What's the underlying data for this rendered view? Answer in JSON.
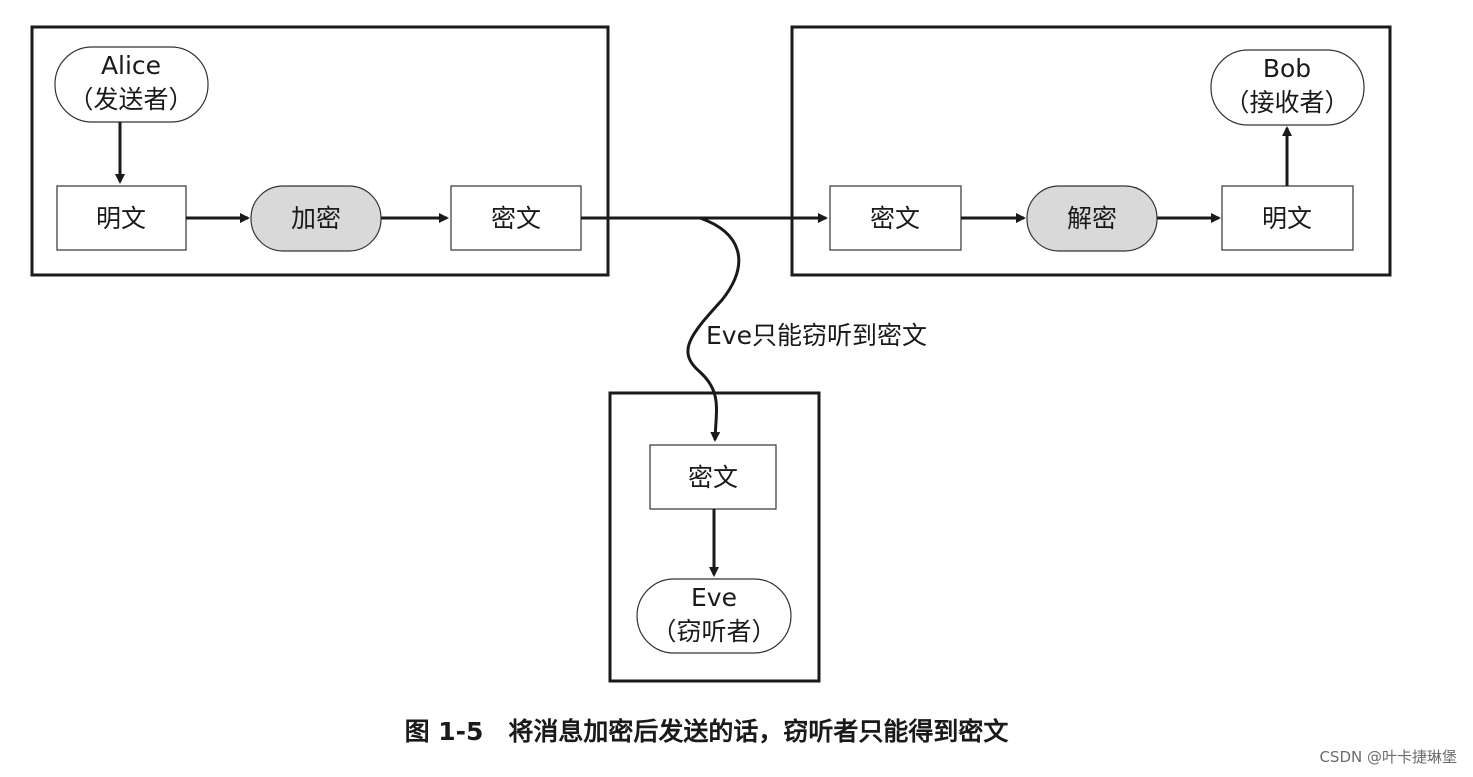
{
  "sender": {
    "name": "Alice",
    "role": "（发送者）",
    "plaintext": "明文",
    "process": "加密",
    "ciphertext": "密文"
  },
  "receiver": {
    "name": "Bob",
    "role": "（接收者）",
    "ciphertext": "密文",
    "process": "解密",
    "plaintext": "明文"
  },
  "eavesdropper": {
    "note": "Eve只能窃听到密文",
    "ciphertext": "密文",
    "name": "Eve",
    "role": "（窃听者）"
  },
  "caption": "图 1-5　将消息加密后发送的话，窃听者只能得到密文",
  "watermark": "CSDN @叶卡捷琳堡",
  "colors": {
    "process_fill": "#d9d9d9",
    "frame": "#1a1a1a"
  }
}
